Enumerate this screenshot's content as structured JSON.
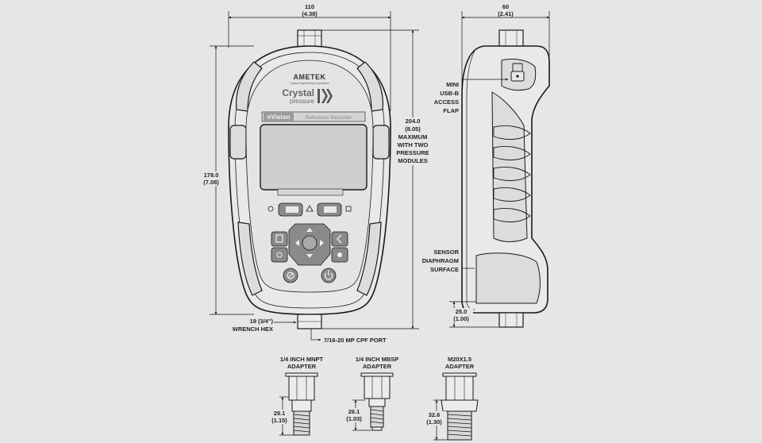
{
  "front_view": {
    "width_dim": {
      "mm": "110",
      "in": "(4.38)"
    },
    "height_dim": {
      "mm": "178.0",
      "in": "(7.08)"
    },
    "max_height_dim": {
      "mm": "204.0",
      "in": "(8.05)",
      "note": [
        "MAXIMUM",
        "WITH TWO",
        "PRESSURE",
        "MODULES"
      ]
    },
    "wrench": [
      "19 (3/4\")",
      "WRENCH HEX"
    ],
    "port": "7/16-20 MP CPF PORT",
    "brand": "AMETEK",
    "brand_sub": "Crystal Engineering Corporation",
    "logo_line1": "Crystal",
    "logo_line2": "pressure",
    "product": "nVision",
    "product_sub": "Reference Recorder"
  },
  "side_view": {
    "width_dim": {
      "mm": "60",
      "in": "(2.41)"
    },
    "usb_label": [
      "MINI",
      "USB-B",
      "ACCESS",
      "FLAP"
    ],
    "sensor_label": [
      "SENSOR",
      "DIAPHRAGM",
      "SURFACE"
    ],
    "sensor_dim": {
      "mm": "25.0",
      "in": "(1.00)"
    }
  },
  "adapters": [
    {
      "title": [
        "1/4 INCH MNPT",
        "ADAPTER"
      ],
      "mm": "29.1",
      "in": "(1.15)"
    },
    {
      "title": [
        "1/4 INCH MBSP",
        "ADAPTER"
      ],
      "mm": "26.1",
      "in": "(1.03)"
    },
    {
      "title": [
        "M20X1.5",
        "ADAPTER"
      ],
      "mm": "32.6",
      "in": "(1.30)"
    }
  ],
  "colors": {
    "background": "#e6e6e6",
    "line": "#1a1a1a",
    "screen": "#cfcfcf",
    "keypad": "#8a8a8a"
  }
}
